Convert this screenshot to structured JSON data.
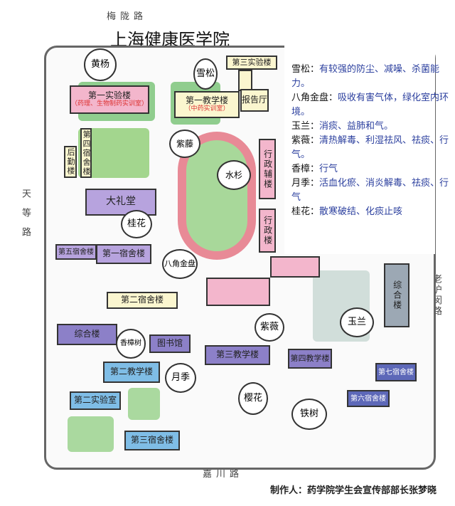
{
  "title": "上海健康医学院",
  "roads": {
    "north": "梅陇路",
    "west": "天等路",
    "east": "老沪闵路",
    "south": "嘉川路"
  },
  "credit": "制作人：药学院学生会宣传部部长张梦晓",
  "buildings": {
    "lab1": "第一实验楼",
    "lab1_sub": "（药理、生物制药实训室）",
    "lab3": "第三实验楼",
    "teach1": "第一教学楼",
    "teach1_sub": "（中药实训室）",
    "hall": "报告厅",
    "dorm4": "第四宿舍楼",
    "logistics": "后勤楼",
    "admin_aux": "行政辅楼",
    "admin": "行政楼",
    "auditorium": "大礼堂",
    "dorm5": "第五宿舍楼",
    "dorm1": "第一宿舍楼",
    "dorm2": "第二宿舍楼",
    "complex_w": "综合楼",
    "library": "图书馆",
    "teach2": "第二教学楼",
    "lab2": "第二实验室",
    "dorm3": "第三宿舍楼",
    "teach3": "第三教学楼",
    "teach4": "第四教学楼",
    "complex_e": "综合楼",
    "dorm7": "第七宿舍楼",
    "dorm6": "第六宿舍楼"
  },
  "trees": [
    "黄杨",
    "雪松",
    "紫藤",
    "水杉",
    "桂花",
    "八角金盘",
    "香樟树",
    "月季",
    "紫薇",
    "玉兰",
    "樱花",
    "铁树"
  ],
  "legend": [
    {
      "name": "雪松：",
      "desc": "有较强的防尘、减噪、杀菌能力。"
    },
    {
      "name": "八角金盘：",
      "desc": "吸收有害气体，绿化室内环境。"
    },
    {
      "name": "玉兰：",
      "desc": "消痰、益肺和气。"
    },
    {
      "name": "紫薇：",
      "desc": "清热解毒、利湿祛风、祛痰、行气。"
    },
    {
      "name": "香樟：",
      "desc": "行气"
    },
    {
      "name": "月季：",
      "desc": "活血化瘀、消炎解毒、祛痰、行气"
    },
    {
      "name": "桂花：",
      "desc": "散寒破结、化痰止咳"
    }
  ]
}
